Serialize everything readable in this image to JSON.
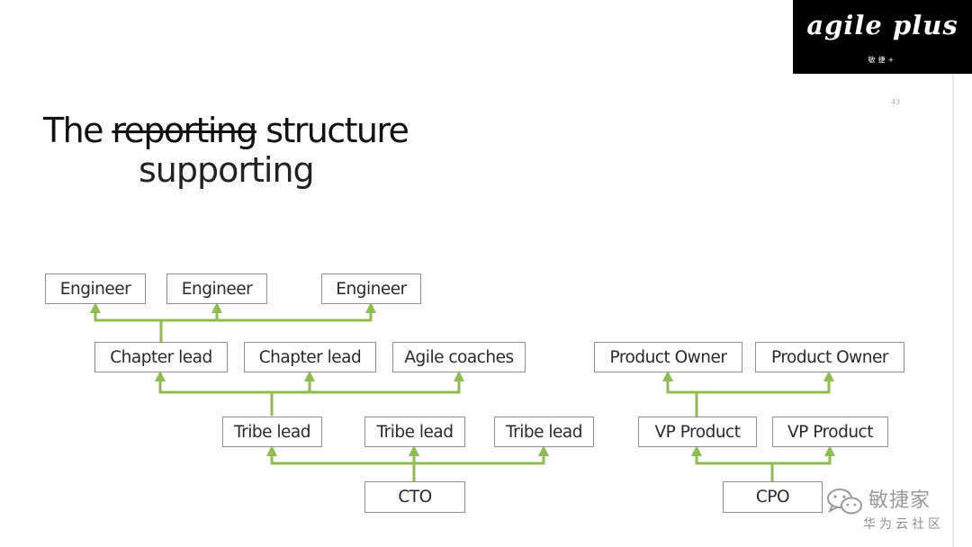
{
  "logo": {
    "text": "agile plus",
    "subtext": "敏捷+"
  },
  "page_number": "43",
  "title": {
    "prefix": "The",
    "struck_word": "reporting",
    "suffix": "structure",
    "replacement_word": "supporting"
  },
  "colors": {
    "connector": "#8dbd4e",
    "box_border": "#8f8f8f",
    "logo_bg": "#000000"
  },
  "engineering_chart": {
    "engineers": [
      "Engineer",
      "Engineer",
      "Engineer"
    ],
    "leads": [
      "Chapter lead",
      "Chapter lead",
      "Agile coaches"
    ],
    "tribe_leads": [
      "Tribe lead",
      "Tribe lead",
      "Tribe lead"
    ],
    "root": "CTO"
  },
  "product_chart": {
    "owners": [
      "Product Owner",
      "Product Owner"
    ],
    "vps": [
      "VP Product",
      "VP Product"
    ],
    "root": "CPO"
  },
  "watermark": {
    "icon": "wechat-icon",
    "name": "敏捷家",
    "sub": "华为云社区"
  }
}
